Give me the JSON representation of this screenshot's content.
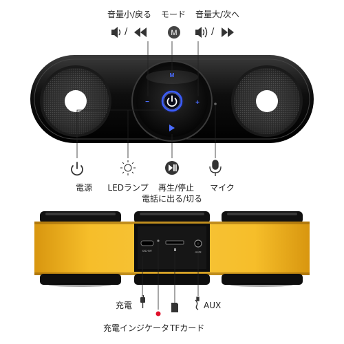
{
  "top_labels": {
    "vol_down_prev": "音量小/戻る",
    "mode": "モード",
    "vol_up_next": "音量大/次へ"
  },
  "top_symbols": {
    "slash": "/",
    "mode_letter": "M"
  },
  "panel_marks": {
    "mode_mark": "M",
    "minus_mark": "−",
    "plus_mark": "+"
  },
  "mid_labels": {
    "power": "電源",
    "led_lamp": "LEDランプ",
    "play_pause": "再生/停止",
    "call": "電話に出る/切る",
    "mic": "マイク"
  },
  "rear_labels": {
    "dc_port_print": "DC-5V",
    "aux_port_print": "AUX"
  },
  "bottom_labels": {
    "charge": "充電",
    "charge_indicator": "充電インジケータ",
    "tf_card": "TFカード",
    "aux": "AUX"
  },
  "colors": {
    "body_dark": "#151515",
    "accent_blue": "#3a5cff",
    "amber": "#f2b21c",
    "indicator_red": "#e0102a"
  }
}
